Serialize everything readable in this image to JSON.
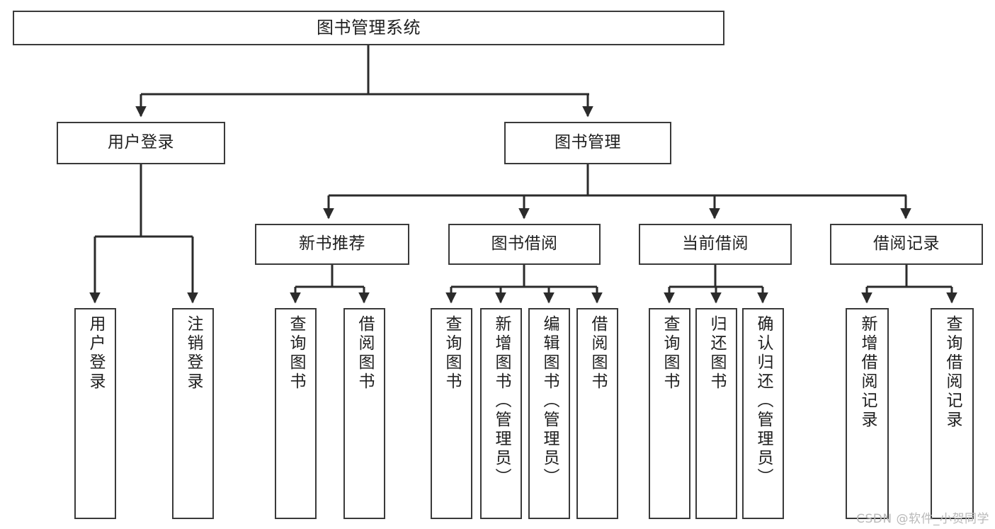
{
  "diagram": {
    "title": "图书管理系统",
    "type": "functional-structure-tree",
    "watermark": "CSDN @软件_小贺同学",
    "colors": {
      "box_border": "#3a3a3a",
      "box_fill": "#ffffff",
      "edge": "#2b2b2b",
      "text": "#1f1f1f",
      "watermark": "#b9b9b9",
      "background": "#ffffff"
    }
  },
  "nodes": {
    "root": {
      "label": "图书管理系统"
    },
    "level2": [
      {
        "id": "user-login",
        "label": "用户登录"
      },
      {
        "id": "book-manage",
        "label": "图书管理"
      }
    ],
    "level3": [
      {
        "id": "new-book-recommend",
        "label": "新书推荐"
      },
      {
        "id": "book-borrow",
        "label": "图书借阅"
      },
      {
        "id": "current-borrow",
        "label": "当前借阅"
      },
      {
        "id": "borrow-record",
        "label": "借阅记录"
      }
    ],
    "level4": [
      {
        "id": "leaf-user-login",
        "label": "用户登录",
        "parent": "user-login"
      },
      {
        "id": "leaf-user-logout",
        "label": "注销登录",
        "parent": "user-login"
      },
      {
        "id": "leaf-query-book-1",
        "label": "查询图书",
        "parent": "new-book-recommend"
      },
      {
        "id": "leaf-borrow-book-1",
        "label": "借阅图书",
        "parent": "new-book-recommend"
      },
      {
        "id": "leaf-query-book-2",
        "label": "查询图书",
        "parent": "book-borrow"
      },
      {
        "id": "leaf-add-book",
        "label": "新增图书（管理员）",
        "parent": "book-borrow"
      },
      {
        "id": "leaf-edit-book",
        "label": "编辑图书（管理员）",
        "parent": "book-borrow"
      },
      {
        "id": "leaf-borrow-book-2",
        "label": "借阅图书",
        "parent": "book-borrow"
      },
      {
        "id": "leaf-query-book-3",
        "label": "查询图书",
        "parent": "current-borrow"
      },
      {
        "id": "leaf-return-book",
        "label": "归还图书",
        "parent": "current-borrow"
      },
      {
        "id": "leaf-confirm-return",
        "label": "确认归还（管理员）",
        "parent": "current-borrow"
      },
      {
        "id": "leaf-add-record",
        "label": "新增借阅记录",
        "parent": "borrow-record"
      },
      {
        "id": "leaf-query-record",
        "label": "查询借阅记录",
        "parent": "borrow-record"
      }
    ]
  }
}
